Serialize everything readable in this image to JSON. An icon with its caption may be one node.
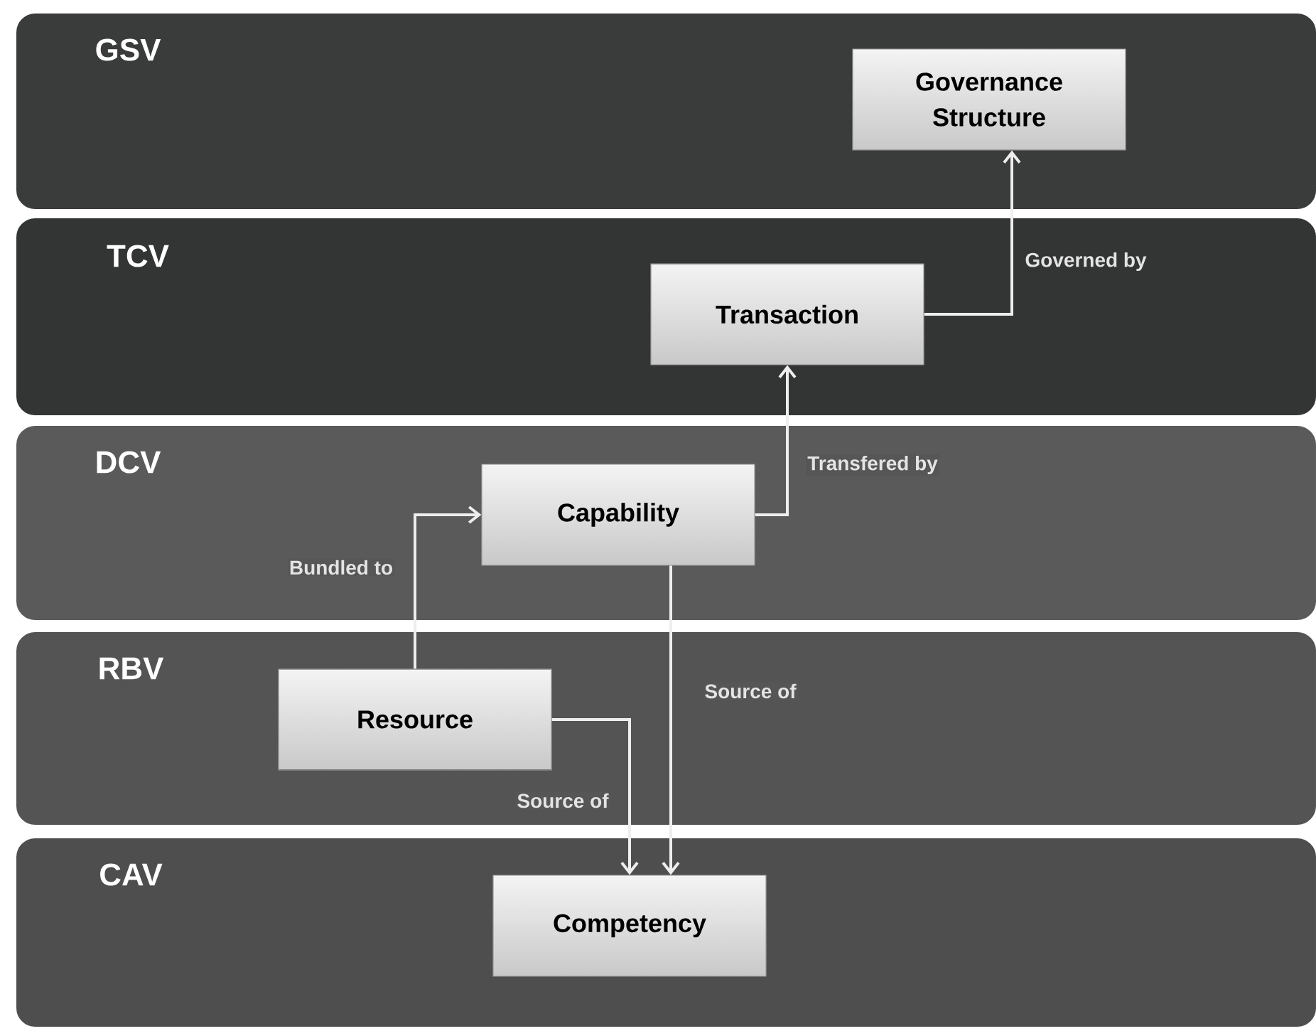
{
  "diagram": {
    "nodes": [
      {
        "text": [
          "GSV"
        ]
      },
      {
        "text": [
          "Governance Structure"
        ],
        "in": 0
      },
      {
        "text": [
          "TCV"
        ]
      },
      {
        "text": [
          "Transaction"
        ],
        "in": 2
      },
      {
        "text": [
          "DCV"
        ]
      },
      {
        "text": [
          "Capability"
        ],
        "in": 4
      },
      {
        "text": [
          "RBV"
        ]
      },
      {
        "text": [
          "Resource"
        ],
        "in": 6
      },
      {
        "text": [
          "CAV"
        ]
      },
      {
        "text": [
          "Competency"
        ],
        "in": 8
      }
    ],
    "edges": [
      {
        "from": 3,
        "to": 1,
        "arrow": "to",
        "label": "Governed  by"
      },
      {
        "from": 5,
        "to": 3,
        "arrow": "to",
        "label": "Transfered by"
      },
      {
        "from": 7,
        "to": 5,
        "arrow": "to",
        "label": "Bundled to"
      },
      {
        "from": 5,
        "to": 9,
        "arrow": "to",
        "label": "Source of"
      },
      {
        "from": 7,
        "to": 9,
        "arrow": "to",
        "label": "Source of"
      }
    ]
  }
}
